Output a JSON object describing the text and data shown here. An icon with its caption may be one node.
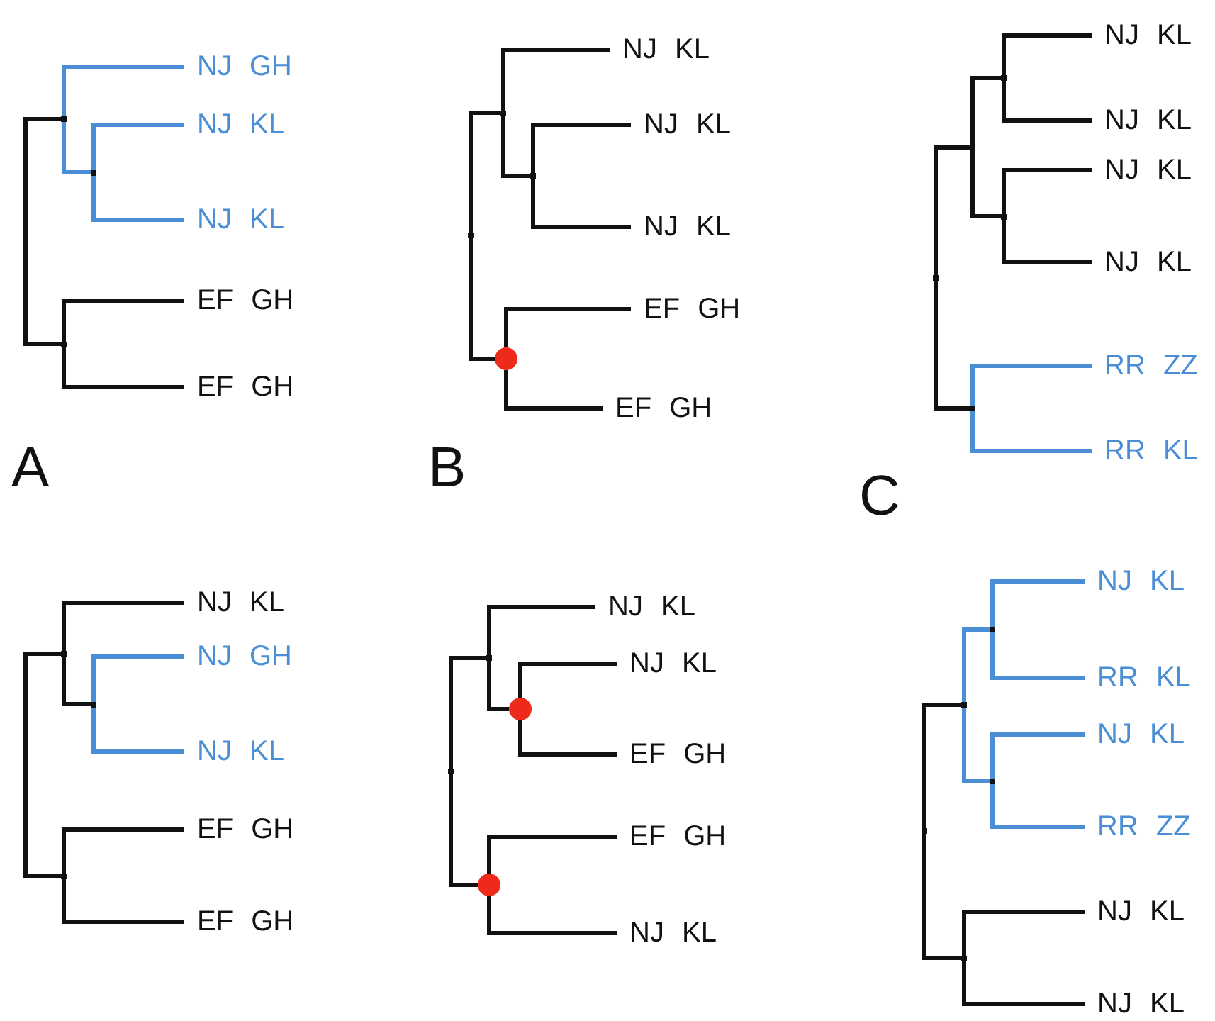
{
  "diagram": {
    "nodes": [
      {
        "text": [],
        "shape": "point"
      },
      {
        "text": [],
        "shape": "point"
      },
      {
        "text": [
          "NJ GH"
        ]
      },
      {
        "text": [],
        "shape": "point"
      },
      {
        "text": [
          "NJ KL"
        ]
      },
      {
        "text": [
          "NJ KL"
        ]
      },
      {
        "text": [],
        "shape": "point"
      },
      {
        "text": [
          "EF GH"
        ]
      },
      {
        "text": [
          "EF GH"
        ]
      },
      {
        "text": [],
        "shape": "point"
      },
      {
        "text": [],
        "shape": "point"
      },
      {
        "text": [
          "NJ KL"
        ]
      },
      {
        "text": [],
        "shape": "point"
      },
      {
        "text": [
          "NJ KL"
        ]
      },
      {
        "text": [
          "NJ KL"
        ]
      },
      {
        "text": [],
        "shape": "circle"
      },
      {
        "text": [
          "EF GH"
        ]
      },
      {
        "text": [
          "EF GH"
        ]
      },
      {
        "text": [],
        "shape": "point"
      },
      {
        "text": [],
        "shape": "point"
      },
      {
        "text": [],
        "shape": "point"
      },
      {
        "text": [
          "NJ KL"
        ]
      },
      {
        "text": [
          "NJ KL"
        ]
      },
      {
        "text": [],
        "shape": "point"
      },
      {
        "text": [
          "NJ KL"
        ]
      },
      {
        "text": [
          "NJ KL"
        ]
      },
      {
        "text": [],
        "shape": "point"
      },
      {
        "text": [
          "RR ZZ"
        ]
      },
      {
        "text": [
          "RR KL"
        ]
      },
      {
        "text": [],
        "shape": "point"
      },
      {
        "text": [],
        "shape": "point"
      },
      {
        "text": [
          "NJ KL"
        ]
      },
      {
        "text": [],
        "shape": "point"
      },
      {
        "text": [
          "NJ GH"
        ]
      },
      {
        "text": [
          "NJ KL"
        ]
      },
      {
        "text": [],
        "shape": "point"
      },
      {
        "text": [
          "EF GH"
        ]
      },
      {
        "text": [
          "EF GH"
        ]
      },
      {
        "text": [],
        "shape": "point"
      },
      {
        "text": [],
        "shape": "point"
      },
      {
        "text": [
          "NJ KL"
        ]
      },
      {
        "text": [],
        "shape": "circle"
      },
      {
        "text": [
          "NJ KL"
        ]
      },
      {
        "text": [
          "EF GH"
        ]
      },
      {
        "text": [],
        "shape": "circle"
      },
      {
        "text": [
          "EF GH"
        ]
      },
      {
        "text": [
          "NJ KL"
        ]
      },
      {
        "text": [],
        "shape": "point"
      },
      {
        "text": [],
        "shape": "point"
      },
      {
        "text": [],
        "shape": "point"
      },
      {
        "text": [
          "NJ KL"
        ]
      },
      {
        "text": [
          "RR KL"
        ]
      },
      {
        "text": [],
        "shape": "point"
      },
      {
        "text": [
          "NJ KL"
        ]
      },
      {
        "text": [
          "RR ZZ"
        ]
      },
      {
        "text": [],
        "shape": "point"
      },
      {
        "text": [
          "NJ KL"
        ]
      },
      {
        "text": [
          "NJ KL"
        ]
      }
    ],
    "edges": [
      {
        "from": 0,
        "to": 1,
        "arrow": "none"
      },
      {
        "from": 1,
        "to": 2,
        "arrow": "none",
        "color": "#4a8fd6"
      },
      {
        "from": 1,
        "to": 3,
        "arrow": "none",
        "color": "#4a8fd6"
      },
      {
        "from": 3,
        "to": 4,
        "arrow": "none",
        "color": "#4a8fd6"
      },
      {
        "from": 3,
        "to": 5,
        "arrow": "none",
        "color": "#4a8fd6"
      },
      {
        "from": 0,
        "to": 6,
        "arrow": "none"
      },
      {
        "from": 6,
        "to": 7,
        "arrow": "none"
      },
      {
        "from": 6,
        "to": 8,
        "arrow": "none"
      },
      {
        "from": 9,
        "to": 10,
        "arrow": "none"
      },
      {
        "from": 10,
        "to": 11,
        "arrow": "none"
      },
      {
        "from": 10,
        "to": 12,
        "arrow": "none"
      },
      {
        "from": 12,
        "to": 13,
        "arrow": "none"
      },
      {
        "from": 12,
        "to": 14,
        "arrow": "none"
      },
      {
        "from": 9,
        "to": 15,
        "arrow": "none"
      },
      {
        "from": 15,
        "to": 16,
        "arrow": "none"
      },
      {
        "from": 15,
        "to": 17,
        "arrow": "none"
      },
      {
        "from": 18,
        "to": 19,
        "arrow": "none"
      },
      {
        "from": 19,
        "to": 20,
        "arrow": "none"
      },
      {
        "from": 20,
        "to": 21,
        "arrow": "none"
      },
      {
        "from": 20,
        "to": 22,
        "arrow": "none"
      },
      {
        "from": 19,
        "to": 23,
        "arrow": "none"
      },
      {
        "from": 23,
        "to": 24,
        "arrow": "none"
      },
      {
        "from": 23,
        "to": 25,
        "arrow": "none"
      },
      {
        "from": 18,
        "to": 26,
        "arrow": "none"
      },
      {
        "from": 26,
        "to": 27,
        "arrow": "none",
        "color": "#4a8fd6"
      },
      {
        "from": 26,
        "to": 28,
        "arrow": "none",
        "color": "#4a8fd6"
      },
      {
        "from": 29,
        "to": 30,
        "arrow": "none"
      },
      {
        "from": 30,
        "to": 31,
        "arrow": "none"
      },
      {
        "from": 30,
        "to": 32,
        "arrow": "none"
      },
      {
        "from": 32,
        "to": 33,
        "arrow": "none",
        "color": "#4a8fd6"
      },
      {
        "from": 32,
        "to": 34,
        "arrow": "none",
        "color": "#4a8fd6"
      },
      {
        "from": 29,
        "to": 35,
        "arrow": "none"
      },
      {
        "from": 35,
        "to": 36,
        "arrow": "none"
      },
      {
        "from": 35,
        "to": 37,
        "arrow": "none"
      },
      {
        "from": 38,
        "to": 39,
        "arrow": "none"
      },
      {
        "from": 39,
        "to": 40,
        "arrow": "none"
      },
      {
        "from": 39,
        "to": 41,
        "arrow": "none"
      },
      {
        "from": 41,
        "to": 42,
        "arrow": "none"
      },
      {
        "from": 41,
        "to": 43,
        "arrow": "none"
      },
      {
        "from": 38,
        "to": 44,
        "arrow": "none"
      },
      {
        "from": 44,
        "to": 45,
        "arrow": "none"
      },
      {
        "from": 44,
        "to": 46,
        "arrow": "none"
      },
      {
        "from": 47,
        "to": 48,
        "arrow": "none"
      },
      {
        "from": 48,
        "to": 49,
        "arrow": "none",
        "color": "#4a8fd6"
      },
      {
        "from": 49,
        "to": 50,
        "arrow": "none",
        "color": "#4a8fd6"
      },
      {
        "from": 49,
        "to": 51,
        "arrow": "none",
        "color": "#4a8fd6"
      },
      {
        "from": 48,
        "to": 52,
        "arrow": "none",
        "color": "#4a8fd6"
      },
      {
        "from": 52,
        "to": 53,
        "arrow": "none",
        "color": "#4a8fd6"
      },
      {
        "from": 52,
        "to": 54,
        "arrow": "none",
        "color": "#4a8fd6"
      },
      {
        "from": 47,
        "to": 55,
        "arrow": "none"
      },
      {
        "from": 55,
        "to": 56,
        "arrow": "none"
      },
      {
        "from": 55,
        "to": 57,
        "arrow": "none"
      }
    ],
    "labels": [
      "A",
      "B",
      "C"
    ]
  }
}
